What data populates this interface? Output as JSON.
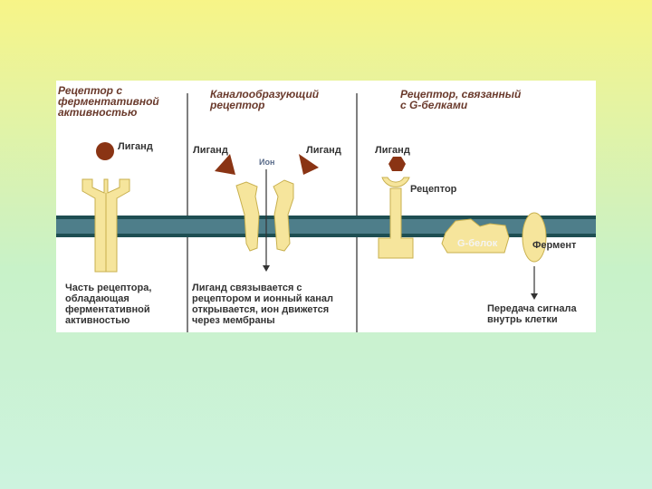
{
  "panels": {
    "enzymatic": {
      "title_lines": [
        "Рецептор с",
        "ферментативной",
        "активностью"
      ],
      "ligand_label": "Лиганд",
      "caption_lines": [
        "Часть рецептора,",
        "обладающая",
        "ферментативной",
        "активностью"
      ]
    },
    "channel": {
      "title_lines": [
        "Каналообразующий",
        "рецептор"
      ],
      "ligand_left_label": "Лиганд",
      "ligand_right_label": "Лиганд",
      "ion_label": "Ион",
      "caption_lines": [
        "Лиганд связывается с",
        "рецептором и ионный канал",
        "открывается, ион движется",
        "через мембраны"
      ]
    },
    "gprotein": {
      "title_lines": [
        "Рецептор, связанный",
        "с G-белками"
      ],
      "ligand_label": "Лиганд",
      "receptor_label": "Рецептор",
      "gprotein_label": "G-белок",
      "enzyme_label": "Фермент",
      "caption_lines": [
        "Передача сигнала",
        "внутрь клетки"
      ]
    }
  },
  "colors": {
    "membrane": "#4e7e8a",
    "membrane_edge": "#1e4e52",
    "protein_fill": "#f6e59c",
    "protein_stroke": "#c8b04e",
    "ligand": "#8a3414",
    "heading": "#6a3a2c"
  }
}
